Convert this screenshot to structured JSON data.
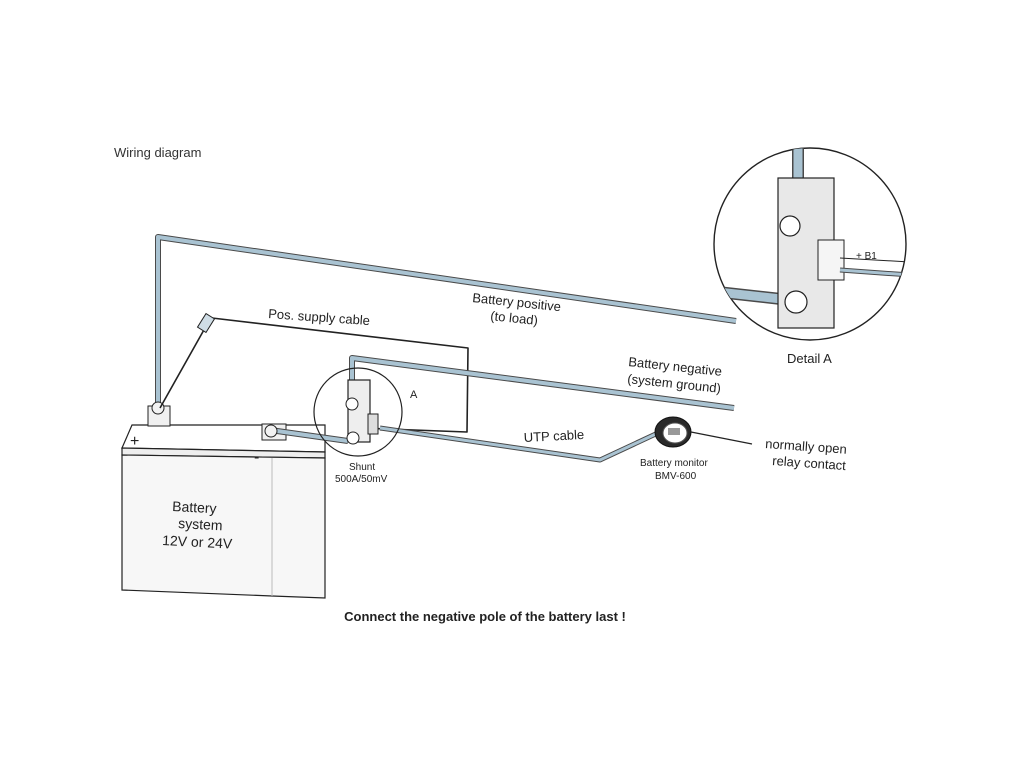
{
  "title": "Wiring diagram",
  "labels": {
    "pos_supply_cable": "Pos. supply cable",
    "battery_positive_line1": "Battery positive",
    "battery_positive_line2": "(to load)",
    "battery_negative_line1": "Battery negative",
    "battery_negative_line2": "(system ground)",
    "utp_cable": "UTP cable",
    "relay_line1": "normally open",
    "relay_line2": "relay contact",
    "battery_monitor_line1": "Battery monitor",
    "battery_monitor_line2": "BMV-600",
    "shunt_line1": "Shunt",
    "shunt_line2": "500A/50mV",
    "shunt_callout": "A",
    "detail_a": "Detail A",
    "b1": "+ B1",
    "battery_line1": "Battery",
    "battery_line2": "system",
    "battery_line3": "12V or 24V",
    "plus_terminal": "+",
    "minus_terminal": "-"
  },
  "warning": "Connect the negative pole of the battery last !",
  "colors": {
    "cable_blue": "#a9c3d2",
    "cable_outline": "#4a4a4a",
    "line": "#222222",
    "battery_fill": "#f7f7f7"
  }
}
